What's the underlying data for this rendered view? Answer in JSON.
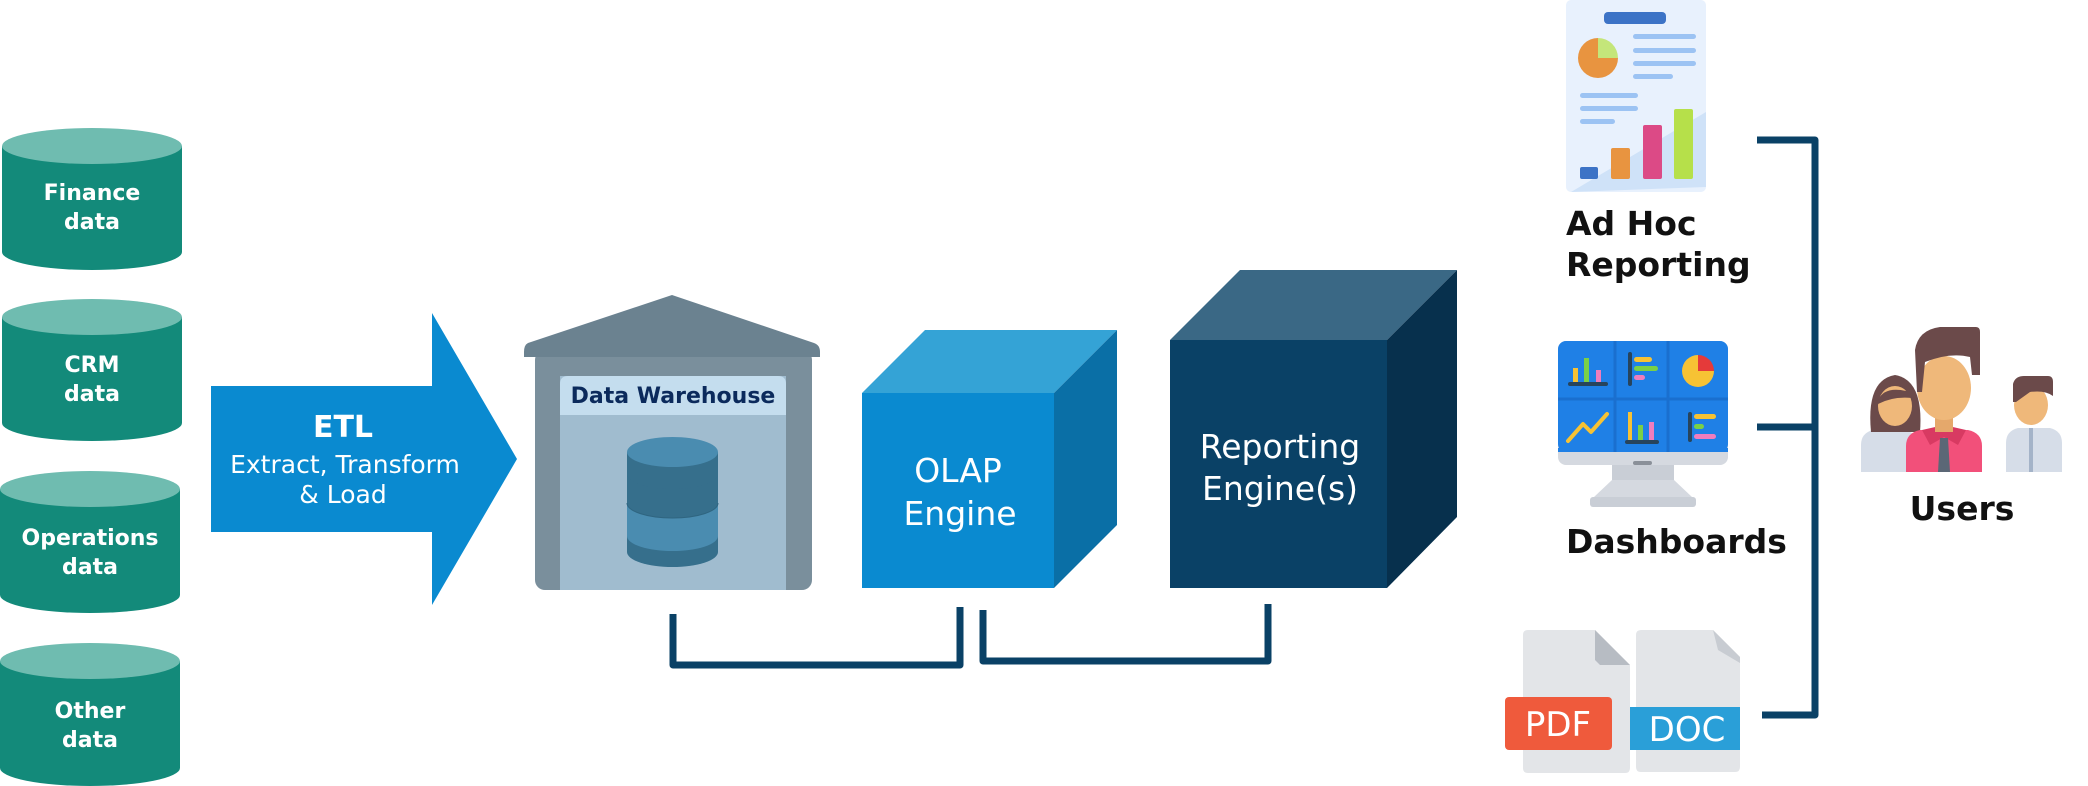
{
  "sources": [
    {
      "line1": "Finance",
      "line2": "data"
    },
    {
      "line1": "CRM",
      "line2": "data"
    },
    {
      "line1": "Operations",
      "line2": "data"
    },
    {
      "line1": "Other",
      "line2": "data"
    }
  ],
  "etl": {
    "title": "ETL",
    "line1": "Extract, Transform",
    "line2": "& Load"
  },
  "warehouse": {
    "label": "Data Warehouse"
  },
  "olap": {
    "line1": "OLAP",
    "line2": "Engine"
  },
  "reporting_engine": {
    "line1": "Reporting",
    "line2": "Engine(s)"
  },
  "outputs": {
    "adhoc": {
      "line1": "Ad Hoc",
      "line2": "Reporting"
    },
    "dashboards": {
      "label": "Dashboards"
    },
    "pdf_tab": "PDF",
    "doc_tab": "DOC"
  },
  "users": {
    "label": "Users"
  },
  "colors": {
    "source_body": "#138a7a",
    "source_top": "#6fbcb0",
    "etl_arrow": "#0a8ad0",
    "warehouse_frame": "#7a8f9c",
    "warehouse_roof": "#6b8290",
    "olap_front": "#0a8ad0",
    "olap_top": "#34a3d6",
    "olap_side": "#0a6fa6",
    "reporting_front": "#0a4166",
    "reporting_top": "#3a6885",
    "reporting_side": "#07304d",
    "connector": "#0a4166"
  }
}
